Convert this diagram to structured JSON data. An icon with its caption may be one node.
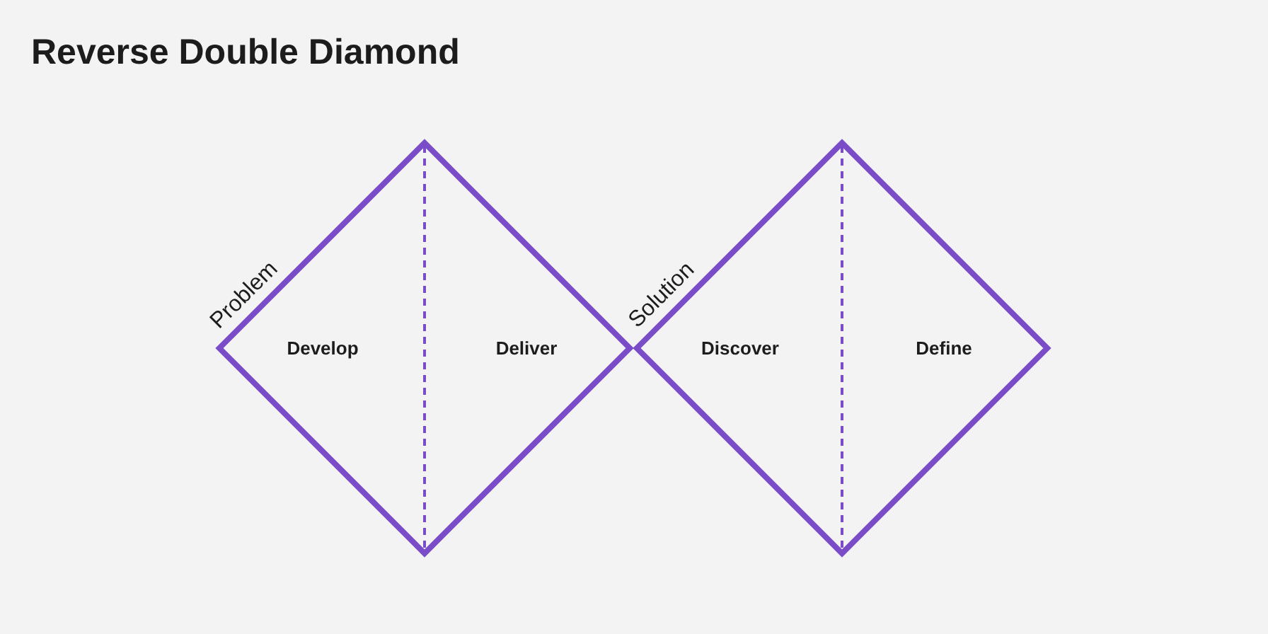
{
  "diagram": {
    "title": "Reverse Double Diamond",
    "nodes": [
      {
        "text": [
          "Problem",
          "Develop",
          "Deliver"
        ]
      },
      {
        "text": [
          "Solution",
          "Discover",
          "Define"
        ]
      }
    ]
  }
}
